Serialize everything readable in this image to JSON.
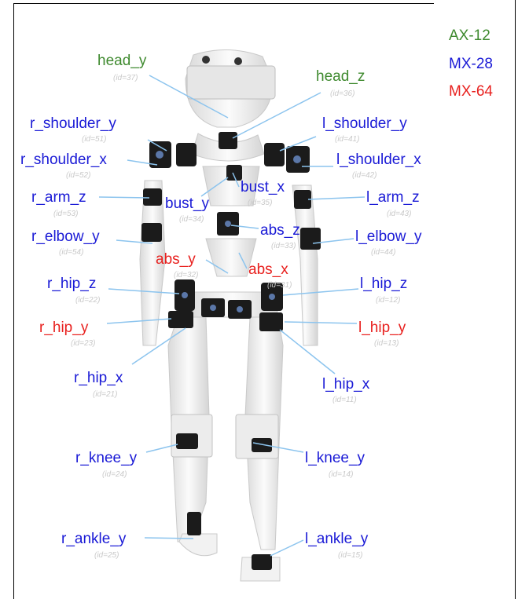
{
  "legend": [
    {
      "label": "AX-12",
      "color": "#3f8a2f"
    },
    {
      "label": "MX-28",
      "color": "#1a1ad6"
    },
    {
      "label": "MX-64",
      "color": "#e8201e"
    }
  ],
  "colors": {
    "ax12": "#3f8a2f",
    "mx28": "#1a1ad6",
    "mx64": "#e8201e",
    "leader": "#8cc4ee",
    "id_text": "#c9c9c9"
  },
  "motors": [
    {
      "name": "head_y",
      "id": "(id=37)",
      "model": "AX-12"
    },
    {
      "name": "head_z",
      "id": "(id=36)",
      "model": "AX-12"
    },
    {
      "name": "r_shoulder_y",
      "id": "(id=51)",
      "model": "MX-28"
    },
    {
      "name": "l_shoulder_y",
      "id": "(id=41)",
      "model": "MX-28"
    },
    {
      "name": "r_shoulder_x",
      "id": "(id=52)",
      "model": "MX-28"
    },
    {
      "name": "l_shoulder_x",
      "id": "(id=42)",
      "model": "MX-28"
    },
    {
      "name": "bust_x",
      "id": "(id=35)",
      "model": "MX-28"
    },
    {
      "name": "r_arm_z",
      "id": "(id=53)",
      "model": "MX-28"
    },
    {
      "name": "bust_y",
      "id": "(id=34)",
      "model": "MX-28"
    },
    {
      "name": "l_arm_z",
      "id": "(id=43)",
      "model": "MX-28"
    },
    {
      "name": "abs_z",
      "id": "(id=33)",
      "model": "MX-28"
    },
    {
      "name": "r_elbow_y",
      "id": "(id=54)",
      "model": "MX-28"
    },
    {
      "name": "l_elbow_y",
      "id": "(id=44)",
      "model": "MX-28"
    },
    {
      "name": "abs_y",
      "id": "(id=32)",
      "model": "MX-64"
    },
    {
      "name": "abs_x",
      "id": "(id=31)",
      "model": "MX-64"
    },
    {
      "name": "r_hip_z",
      "id": "(id=22)",
      "model": "MX-28"
    },
    {
      "name": "l_hip_z",
      "id": "(id=12)",
      "model": "MX-28"
    },
    {
      "name": "r_hip_y",
      "id": "(id=23)",
      "model": "MX-64"
    },
    {
      "name": "l_hip_y",
      "id": "(id=13)",
      "model": "MX-64"
    },
    {
      "name": "r_hip_x",
      "id": "(id=21)",
      "model": "MX-28"
    },
    {
      "name": "l_hip_x",
      "id": "(id=11)",
      "model": "MX-28"
    },
    {
      "name": "r_knee_y",
      "id": "(id=24)",
      "model": "MX-28"
    },
    {
      "name": "l_knee_y",
      "id": "(id=14)",
      "model": "MX-28"
    },
    {
      "name": "r_ankle_y",
      "id": "(id=25)",
      "model": "MX-28"
    },
    {
      "name": "l_ankle_y",
      "id": "(id=15)",
      "model": "MX-28"
    }
  ]
}
